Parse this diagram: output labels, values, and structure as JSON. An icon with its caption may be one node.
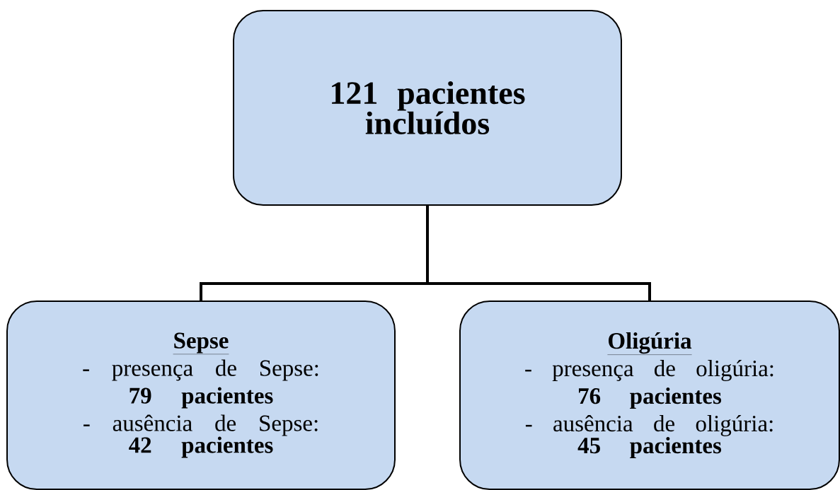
{
  "diagram": {
    "nodes": [
      {
        "text": [
          "121 pacientes incluídos"
        ]
      },
      {
        "text": [
          "Sepse",
          "- presença de Sepse:",
          "79 pacientes",
          "- ausência de Sepse:",
          "42 pacientes"
        ]
      },
      {
        "text": [
          "Oligúria",
          "- presença de oligúria:",
          "76 pacientes",
          "- ausência de oligúria:",
          "45 pacientes"
        ]
      }
    ],
    "edges": [
      {
        "from": 0,
        "to": 1,
        "arrow": "none"
      },
      {
        "from": 0,
        "to": 2,
        "arrow": "none"
      }
    ]
  }
}
